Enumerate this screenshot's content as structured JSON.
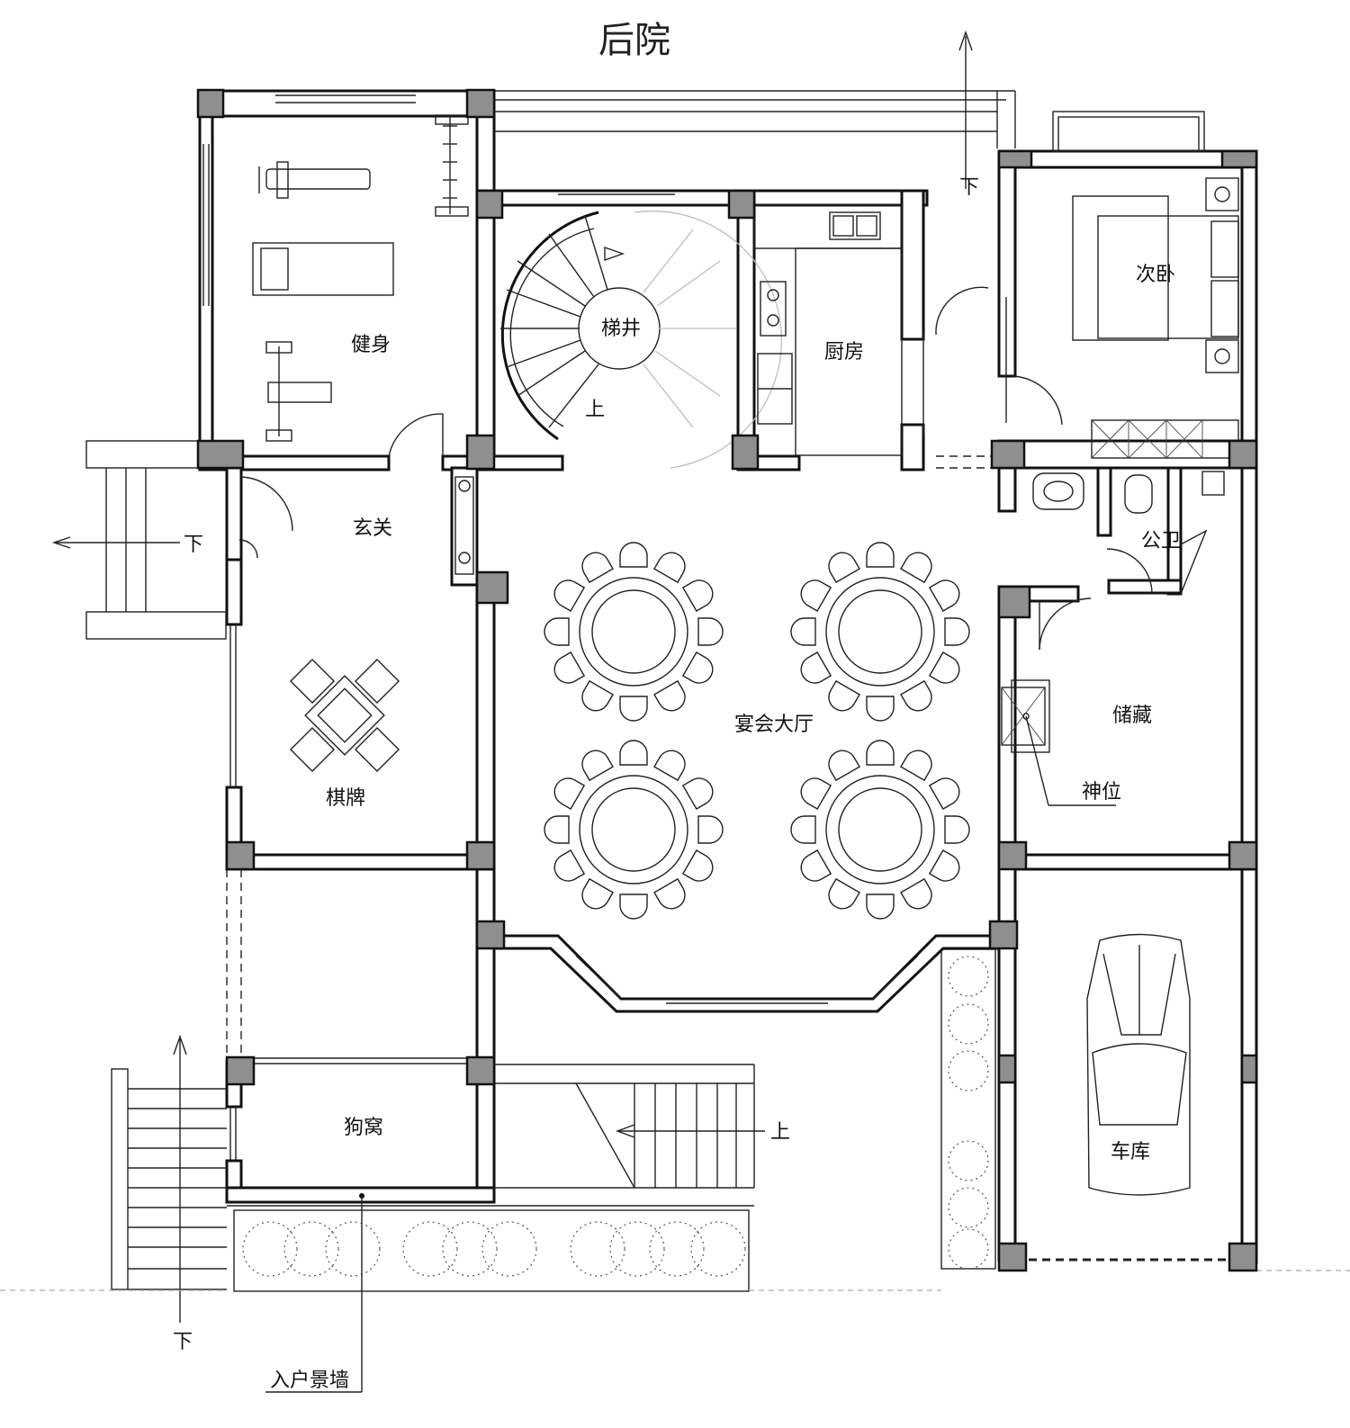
{
  "rooms": {
    "backyard": "后院",
    "gym": "健身",
    "stairwell": "梯井",
    "kitchen": "厨房",
    "second_bedroom": "次卧",
    "entrance": "玄关",
    "banquet_hall": "宴会大厅",
    "chess_room": "棋牌",
    "storage": "储藏",
    "shrine": "神位",
    "public_wc": "公卫",
    "garage": "车库",
    "kennel": "狗窝",
    "entry_wall": "入户景墙"
  },
  "markers": {
    "down": "下",
    "up": "上"
  }
}
